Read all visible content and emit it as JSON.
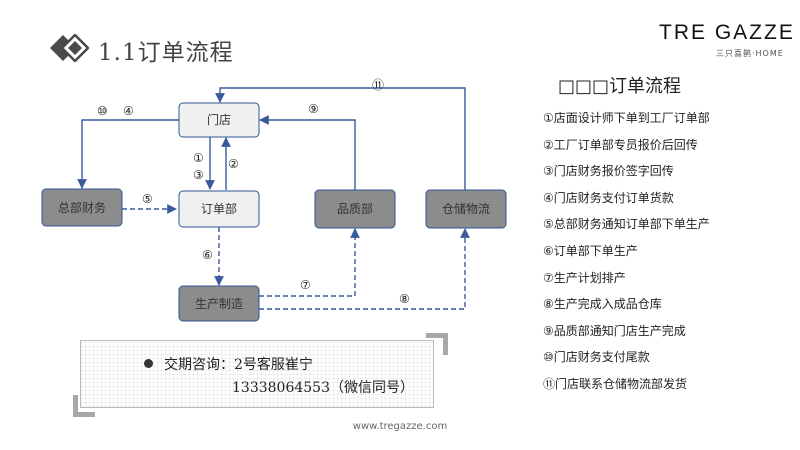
{
  "header": {
    "title": "1.1订单流程",
    "logo_main_left": "TRE",
    "logo_main_right": "GAZZE",
    "logo_sub": "三只喜鹊·HOME"
  },
  "diagram": {
    "nodes": {
      "store": "门店",
      "order_dept": "订单部",
      "hq_finance": "总部财务",
      "quality_dept": "品质部",
      "warehouse": "仓储物流",
      "production": "生产制造"
    },
    "labels": {
      "n1": "①",
      "n2": "②",
      "n3": "③",
      "n4": "④",
      "n5": "⑤",
      "n6": "⑥",
      "n7": "⑦",
      "n8": "⑧",
      "n9": "⑨",
      "n10": "⑩",
      "n11": "⑪"
    }
  },
  "steps_panel": {
    "heading": "□□□订单流程",
    "steps": [
      "①店面设计师下单到工厂订单部",
      "②工厂订单部专员报价后回传",
      "③门店财务报价签字回传",
      "④门店财务支付订单货款",
      "⑤总部财务通知订单部下单生产",
      "⑥订单部下单生产",
      "⑦生产计划排产",
      "⑧生产完成入成品仓库",
      "⑨品质部通知门店生产完成",
      "⑩门店财务支付尾款",
      "⑪门店联系仓储物流部发货"
    ]
  },
  "contact": {
    "line1": "交期咨询：2号客服崔宁",
    "line2": "13338064553（微信同号）"
  },
  "footer": {
    "url": "www.tregazze.com"
  },
  "colors": {
    "line": "#3a5a9c",
    "node_light_fill": "#f0f0f0",
    "node_dark_fill": "#8c8c8c",
    "node_border": "#2f5597"
  }
}
